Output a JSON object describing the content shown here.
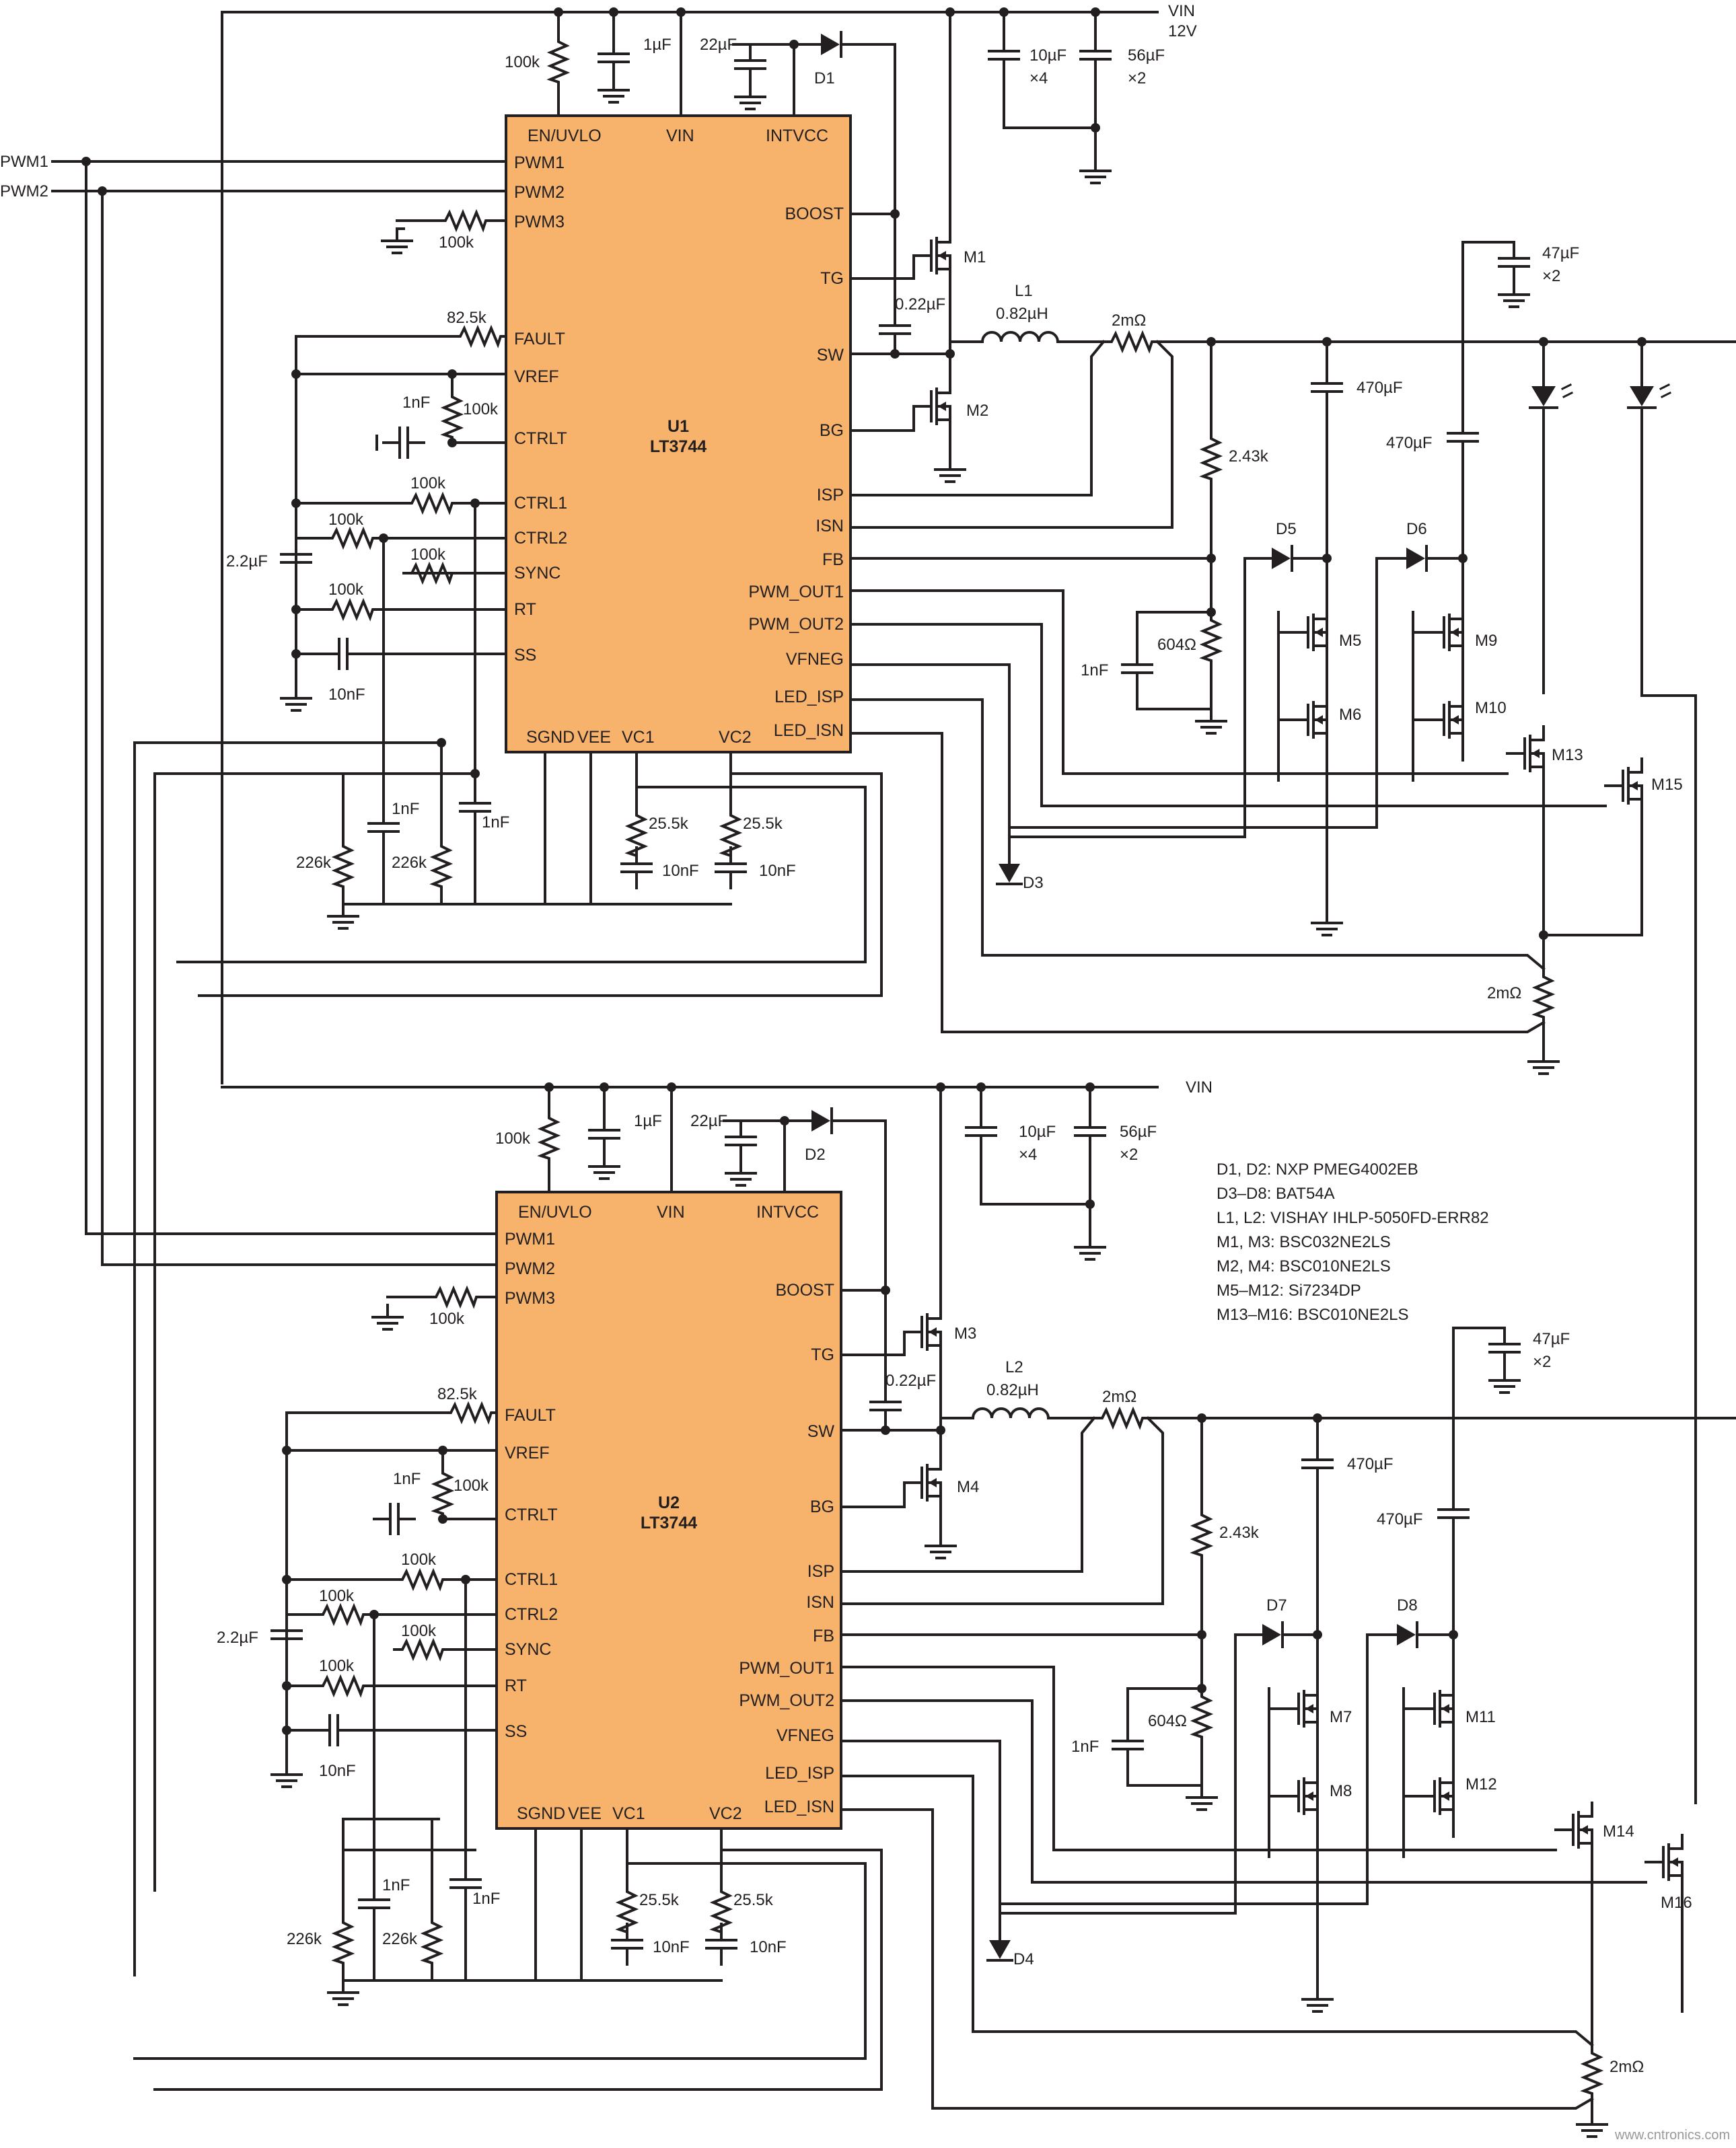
{
  "supply": {
    "vin_top": "VIN",
    "vin_top_volts": "12V",
    "vin_bottom": "VIN"
  },
  "inputs": {
    "pwm1": "PWM1",
    "pwm2": "PWM2"
  },
  "ics": [
    {
      "ref": "U1",
      "part": "LT3744",
      "pins_top": [
        "EN/UVLO",
        "VIN",
        "INTVCC"
      ],
      "pins_left": [
        "PWM1",
        "PWM2",
        "PWM3",
        "FAULT",
        "VREF",
        "CTRLT",
        "CTRL1",
        "CTRL2",
        "SYNC",
        "RT",
        "SS"
      ],
      "pins_right": [
        "BOOST",
        "TG",
        "SW",
        "BG",
        "ISP",
        "ISN",
        "FB",
        "PWM_OUT1",
        "PWM_OUT2",
        "VFNEG",
        "LED_ISP",
        "LED_ISN"
      ],
      "pins_bottom": [
        "SGND",
        "VEE",
        "VC1",
        "VC2"
      ]
    },
    {
      "ref": "U2",
      "part": "LT3744",
      "pins_top": [
        "EN/UVLO",
        "VIN",
        "INTVCC"
      ],
      "pins_left": [
        "PWM1",
        "PWM2",
        "PWM3",
        "FAULT",
        "VREF",
        "CTRLT",
        "CTRL1",
        "CTRL2",
        "SYNC",
        "RT",
        "SS"
      ],
      "pins_right": [
        "BOOST",
        "TG",
        "SW",
        "BG",
        "ISP",
        "ISN",
        "FB",
        "PWM_OUT1",
        "PWM_OUT2",
        "VFNEG",
        "LED_ISP",
        "LED_ISN"
      ],
      "pins_bottom": [
        "SGND",
        "VEE",
        "VC1",
        "VC2"
      ]
    }
  ],
  "components": {
    "top": {
      "r_en": "100k",
      "c_vin": "1µF",
      "c_intvcc": "22µF",
      "d_boot": "D1",
      "c_in1": "10µF",
      "c_in1_mult": "×4",
      "c_in2": "56µF",
      "c_in2_mult": "×2",
      "r_pwm3": "100k",
      "r_fault": "82.5k",
      "c_ctrlt": "1nF",
      "r_ctrlt": "100k",
      "r_ctrl1": "100k",
      "r_ctrl2": "100k",
      "c_vref": "2.2µF",
      "r_sync": "100k",
      "r_rt": "100k",
      "c_ss": "10nF",
      "r_bot1": "226k",
      "c_bot1": "1nF",
      "r_bot2": "226k",
      "c_bot2": "1nF",
      "r_vc1": "25.5k",
      "c_vc1": "10nF",
      "r_vc2": "25.5k",
      "c_vc2": "10nF",
      "q_high": "M1",
      "c_boot": "0.22µF",
      "q_low": "M2",
      "inductor": "L1",
      "inductor_value": "0.82µH",
      "r_sense": "2mΩ",
      "c_out": "47µF",
      "c_out_mult": "×2",
      "r_fb": "2.43k",
      "c_fb": "1nF",
      "r_fb2": "604Ω",
      "c_fly1": "470µF",
      "c_fly2": "470µF",
      "d_a": "D5",
      "d_b": "D6",
      "d_neg": "D3",
      "q_a": "M5",
      "q_b": "M6",
      "q_c": "M9",
      "q_d": "M10",
      "q_e": "M13",
      "q_f": "M15",
      "r_led": "2mΩ"
    },
    "bottom": {
      "r_en": "100k",
      "c_vin": "1µF",
      "c_intvcc": "22µF",
      "d_boot": "D2",
      "c_in1": "10µF",
      "c_in1_mult": "×4",
      "c_in2": "56µF",
      "c_in2_mult": "×2",
      "r_pwm3": "100k",
      "r_fault": "82.5k",
      "c_ctrlt": "1nF",
      "r_ctrlt": "100k",
      "r_ctrl1": "100k",
      "r_ctrl2": "100k",
      "c_vref": "2.2µF",
      "r_sync": "100k",
      "r_rt": "100k",
      "c_ss": "10nF",
      "r_bot1": "226k",
      "c_bot1": "1nF",
      "r_bot2": "226k",
      "c_bot2": "1nF",
      "r_vc1": "25.5k",
      "c_vc1": "10nF",
      "r_vc2": "25.5k",
      "c_vc2": "10nF",
      "q_high": "M3",
      "c_boot": "0.22µF",
      "q_low": "M4",
      "inductor": "L2",
      "inductor_value": "0.82µH",
      "r_sense": "2mΩ",
      "c_out": "47µF",
      "c_out_mult": "×2",
      "r_fb": "2.43k",
      "c_fb": "1nF",
      "r_fb2": "604Ω",
      "c_fly1": "470µF",
      "c_fly2": "470µF",
      "d_a": "D7",
      "d_b": "D8",
      "d_neg": "D4",
      "q_a": "M7",
      "q_b": "M8",
      "q_c": "M11",
      "q_d": "M12",
      "q_e": "M14",
      "q_f": "M16",
      "r_led": "2mΩ"
    }
  },
  "notes": [
    "D1, D2: NXP PMEG4002EB",
    "D3–D8: BAT54A",
    "L1, L2: VISHAY IHLP-5050FD-ERR82",
    "M1, M3: BSC032NE2LS",
    "M2, M4: BSC010NE2LS",
    "M5–M12: Si7234DP",
    "M13–M16: BSC010NE2LS"
  ],
  "watermark": "www.cntronics.com"
}
